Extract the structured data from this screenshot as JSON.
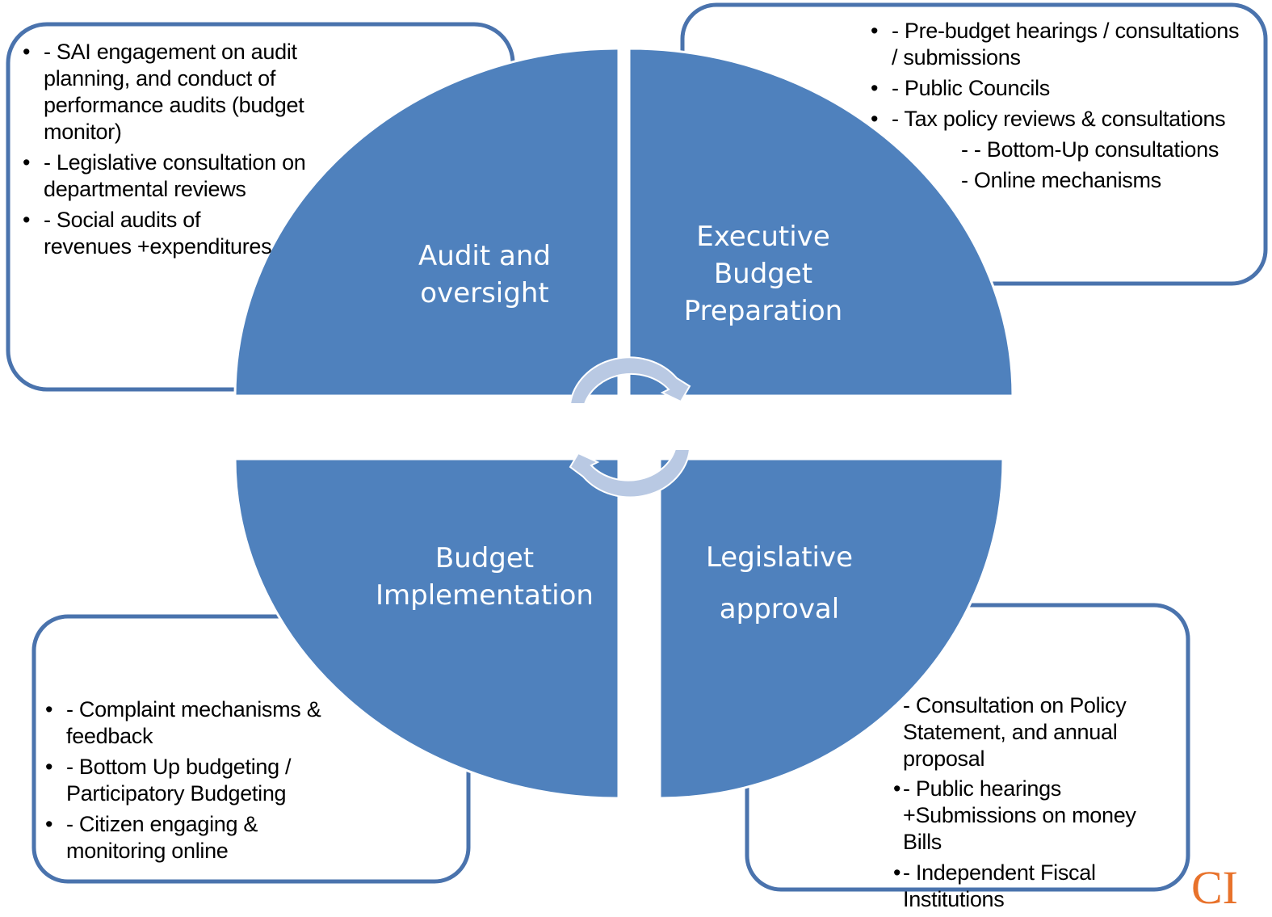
{
  "colors": {
    "quadrant_fill": "#4f81bd",
    "box_border": "#4a73ad",
    "cycle_arrow": "#b9c9e3",
    "logo": "#e8722b"
  },
  "quadrants": {
    "top_left": {
      "title_lines": [
        "Audit and",
        "oversight"
      ]
    },
    "top_right": {
      "title_lines": [
        "Executive",
        "Budget",
        "Preparation"
      ]
    },
    "bottom_left": {
      "title_lines": [
        "Budget",
        "Implementation"
      ]
    },
    "bottom_right": {
      "title_lines": [
        "Legislative",
        "approval"
      ]
    }
  },
  "boxes": {
    "audit": {
      "items": [
        "- SAI engagement on audit planning, and conduct of performance audits (budget monitor)",
        "- Legislative consultation on departmental reviews",
        "- Social audits of revenues +expenditures"
      ]
    },
    "preparation": {
      "items": [
        "- Pre-budget hearings / consultations / submissions",
        "- Public Councils",
        "- Tax policy reviews & consultations"
      ],
      "sub_items": [
        "- - Bottom-Up consultations",
        "- Online mechanisms"
      ]
    },
    "implementation": {
      "items": [
        "- Complaint mechanisms & feedback",
        "- Bottom Up budgeting / Participatory Budgeting",
        "- Citizen engaging & monitoring online"
      ]
    },
    "approval": {
      "lead": "- Consultation on Policy Statement, and annual proposal",
      "items": [
        "- Public hearings +Submissions on money Bills",
        "- Independent Fiscal Institutions"
      ]
    }
  },
  "logo_text": "CI"
}
